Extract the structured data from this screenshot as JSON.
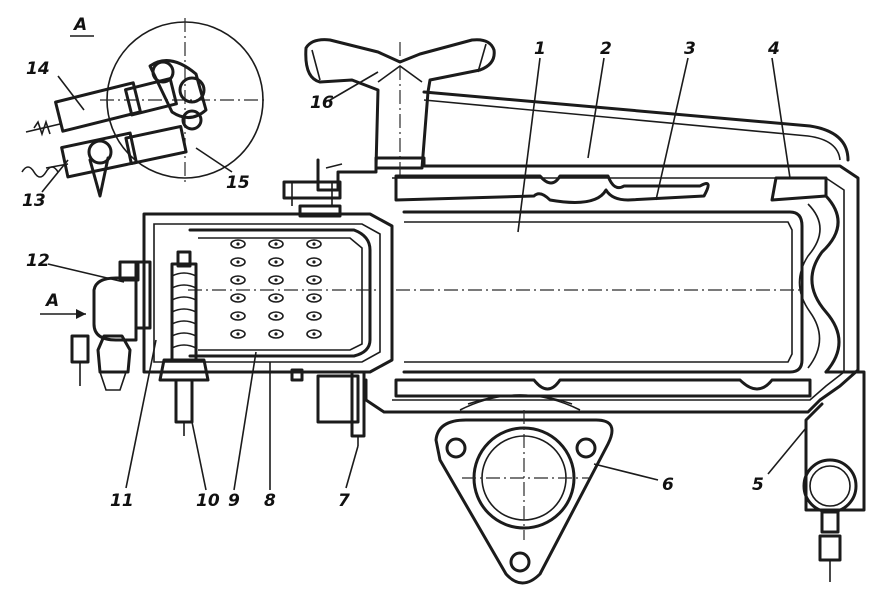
{
  "view_label": "A",
  "arrow_label": "A",
  "callouts": [
    {
      "id": "1",
      "label": "1"
    },
    {
      "id": "2",
      "label": "2"
    },
    {
      "id": "3",
      "label": "3"
    },
    {
      "id": "4",
      "label": "4"
    },
    {
      "id": "5",
      "label": "5"
    },
    {
      "id": "6",
      "label": "6"
    },
    {
      "id": "7",
      "label": "7"
    },
    {
      "id": "8",
      "label": "8"
    },
    {
      "id": "9",
      "label": "9"
    },
    {
      "id": "10",
      "label": "10"
    },
    {
      "id": "11",
      "label": "11"
    },
    {
      "id": "12",
      "label": "12"
    },
    {
      "id": "13",
      "label": "13"
    },
    {
      "id": "14",
      "label": "14"
    },
    {
      "id": "15",
      "label": "15"
    },
    {
      "id": "16",
      "label": "16"
    }
  ],
  "colors": {
    "ink": "#1b1b1b",
    "paper": "#ffffff"
  }
}
